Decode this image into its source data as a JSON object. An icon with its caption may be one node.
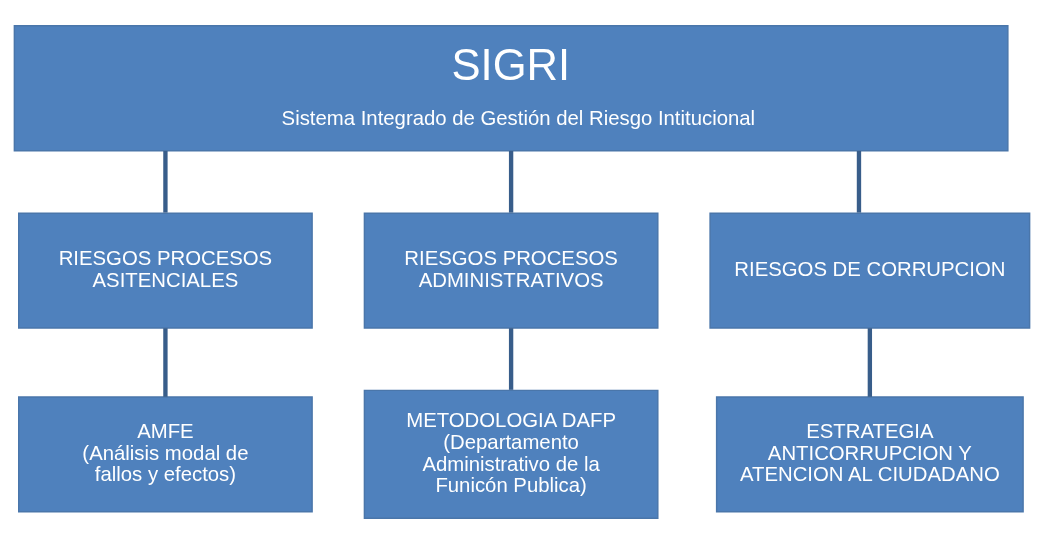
{
  "diagram": {
    "nodes": [
      {
        "text": [
          "SIGRI",
          "Sistema Integrado de Gestión del Riesgo Intitucional"
        ]
      },
      {
        "text": [
          "RIESGOS PROCESOS ASITENCIALES"
        ]
      },
      {
        "text": [
          "RIESGOS PROCESOS ADMINISTRATIVOS"
        ]
      },
      {
        "text": [
          "RIESGOS DE CORRUPCION"
        ]
      },
      {
        "text": [
          "AMFE",
          "(Análisis modal de fallos y efectos)"
        ]
      },
      {
        "text": [
          "METODOLOGIA DAFP",
          "(Departamento Administrativo de la Funicón Publica)"
        ]
      },
      {
        "text": [
          "ESTRATEGIA ANTICORRUPCION Y ATENCION AL CIUDADANO"
        ]
      }
    ],
    "edges": [
      {
        "from": 0,
        "to": 1,
        "arrow": "none"
      },
      {
        "from": 0,
        "to": 2,
        "arrow": "none"
      },
      {
        "from": 0,
        "to": 3,
        "arrow": "none"
      },
      {
        "from": 1,
        "to": 4,
        "arrow": "none"
      },
      {
        "from": 2,
        "to": 5,
        "arrow": "none"
      },
      {
        "from": 3,
        "to": 6,
        "arrow": "none"
      }
    ]
  }
}
